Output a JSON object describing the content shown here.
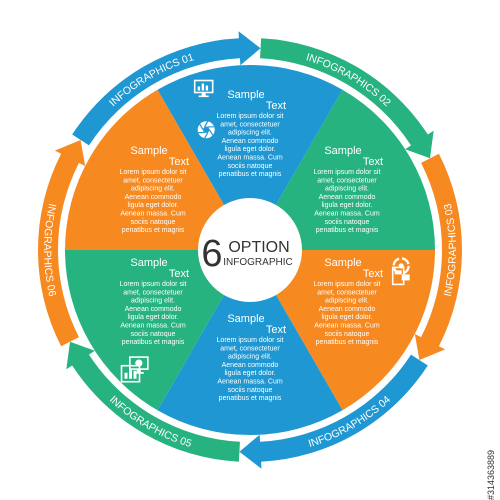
{
  "segments": [
    {
      "id": "01",
      "ring_label": "INFOGRAPHICS 01",
      "title_line1": "Sample",
      "title_line2": "Text",
      "body": [
        "Lorem ipsum dolor sit",
        "amet, consectetuer",
        "adipiscing elit.",
        "Aenean commodo",
        "ligula eget dolor.",
        "Aenean massa. Cum",
        "sociis natoque",
        "penatibus et magnis"
      ],
      "icon": "monitor-chart-icon"
    },
    {
      "id": "02",
      "ring_label": "INFOGRAPHICS 02",
      "title_line1": "Sample",
      "title_line2": "Text",
      "body": [
        "Lorem ipsum dolor sit",
        "amet, consectetuer",
        "adipiscing elit.",
        "Aenean commodo",
        "ligula eget dolor.",
        "Aenean massa. Cum",
        "sociis natoque",
        "penatibus et magnis"
      ],
      "icon": "cycle-arrows-icon"
    },
    {
      "id": "03",
      "ring_label": "INFOGRAPHICS 03",
      "title_line1": "Sample",
      "title_line2": "Text",
      "body": [
        "Lorem ipsum dolor sit",
        "amet, consectetuer",
        "adipiscing elit.",
        "Aenean commodo",
        "ligula eget dolor.",
        "Aenean massa. Cum",
        "sociis natoque",
        "penatibus et magnis"
      ],
      "icon": "monitor-pie-icon"
    },
    {
      "id": "04",
      "ring_label": "INFOGRAPHICS 04",
      "title_line1": "Sample",
      "title_line2": "Text",
      "body": [
        "Lorem ipsum dolor sit",
        "amet, consectetuer",
        "adipiscing elit.",
        "Aenean commodo",
        "ligula eget dolor.",
        "Aenean massa. Cum",
        "sociis natoque",
        "penatibus et magnis"
      ],
      "icon": "aperture-icon"
    },
    {
      "id": "05",
      "ring_label": "INFOGRAPHICS 05",
      "title_line1": "Sample",
      "title_line2": "Text",
      "body": [
        "Lorem ipsum dolor sit",
        "amet, consectetuer",
        "adipiscing elit.",
        "Aenean commodo",
        "ligula eget dolor.",
        "Aenean massa. Cum",
        "sociis natoque",
        "penatibus et magnis"
      ],
      "icon": "card-reader-icon"
    },
    {
      "id": "06",
      "ring_label": "INFOGRAPHICS 06",
      "title_line1": "Sample",
      "title_line2": "Text",
      "body": [
        "Lorem ipsum dolor sit",
        "amet, consectetuer",
        "adipiscing elit.",
        "Aenean commodo",
        "ligula eget dolor.",
        "Aenean massa. Cum",
        "sociis natoque",
        "penatibus et magnis"
      ],
      "icon": "bar-chart-icon"
    }
  ],
  "center": {
    "number": "6",
    "word1": "OPTION",
    "word2": "INFOGRAPHIC"
  },
  "colors": {
    "blue": "#1f97d2",
    "teal": "#27b37f",
    "orange": "#f6891f",
    "center": "#ffffff",
    "text": "#ffffff"
  },
  "stock_id": "#314363889"
}
